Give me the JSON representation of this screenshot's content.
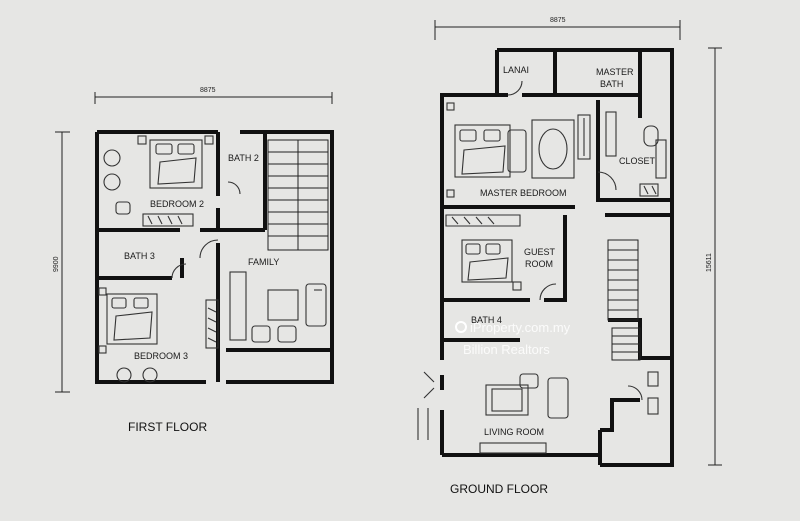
{
  "first_floor": {
    "title": "FIRST FLOOR",
    "width_dim": "8875",
    "height_dim": "9900",
    "rooms": {
      "bedroom2": "BEDROOM 2",
      "bath2": "BATH 2",
      "bath3": "BATH 3",
      "family": "FAMILY",
      "bedroom3": "BEDROOM 3"
    }
  },
  "ground_floor": {
    "title": "GROUND FLOOR",
    "width_dim": "8875",
    "height_dim": "15611",
    "rooms": {
      "lanai": "LANAI",
      "master_bath_1": "MASTER",
      "master_bath_2": "BATH",
      "closet": "CLOSET",
      "master_bedroom": "MASTER BEDROOM",
      "guest_room_1": "GUEST",
      "guest_room_2": "ROOM",
      "bath4": "BATH 4",
      "living_room": "LIVING ROOM"
    }
  },
  "watermark": {
    "site": "iProperty.com.my",
    "agency": "Billion Realtors"
  }
}
